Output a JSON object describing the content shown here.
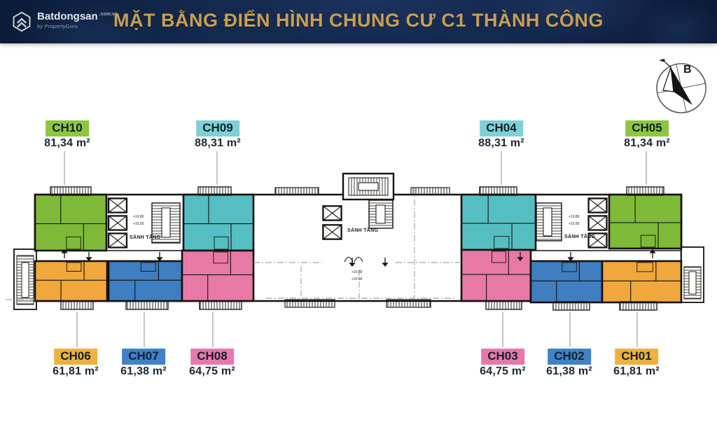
{
  "header": {
    "title": "MẶT BẰNG ĐIỂN HÌNH CHUNG CƯ C1 THÀNH CÔNG",
    "title_color": "#c99f52",
    "bg_color": "#12254a",
    "logo": {
      "name": "Batdongsan",
      "suffix": ".com.vn",
      "tagline": "by PropertyGuru"
    }
  },
  "compass": {
    "north_label": "B"
  },
  "plan": {
    "lobby_label": "SẢNH TẦNG",
    "level_marks": [
      "+10.80",
      "+10.50"
    ],
    "units": [
      {
        "id": "CH10",
        "area": "81,34 m²",
        "row": "top",
        "color": "#7eba38",
        "chip_color": "#8dc63f"
      },
      {
        "id": "CH09",
        "area": "88,31 m²",
        "row": "top",
        "color": "#55bec2",
        "chip_color": "#7fd0d4"
      },
      {
        "id": "CH04",
        "area": "88,31 m²",
        "row": "top",
        "color": "#55bec2",
        "chip_color": "#7fd0d4"
      },
      {
        "id": "CH05",
        "area": "81,34 m²",
        "row": "top",
        "color": "#7eba38",
        "chip_color": "#8dc63f"
      },
      {
        "id": "CH06",
        "area": "61,81 m²",
        "row": "bottom",
        "color": "#f0a73c",
        "chip_color": "#edb23e"
      },
      {
        "id": "CH07",
        "area": "61,38 m²",
        "row": "bottom",
        "color": "#3e7ec1",
        "chip_color": "#3f82c8"
      },
      {
        "id": "CH08",
        "area": "64,75 m²",
        "row": "bottom",
        "color": "#e879a6",
        "chip_color": "#e878ab"
      },
      {
        "id": "CH03",
        "area": "64,75 m²",
        "row": "bottom",
        "color": "#e879a6",
        "chip_color": "#e878ab"
      },
      {
        "id": "CH02",
        "area": "61,38 m²",
        "row": "bottom",
        "color": "#3e7ec1",
        "chip_color": "#3f82c8"
      },
      {
        "id": "CH01",
        "area": "61,81 m²",
        "row": "bottom",
        "color": "#f0a73c",
        "chip_color": "#edb23e"
      }
    ]
  }
}
